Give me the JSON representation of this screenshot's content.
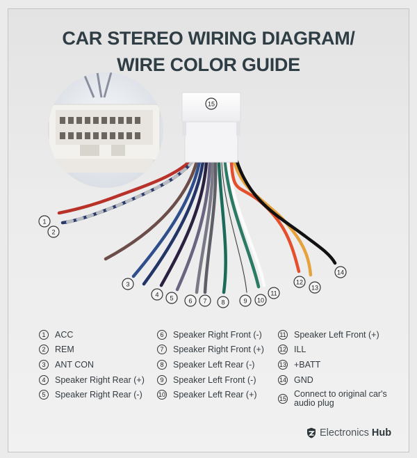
{
  "title": {
    "line1": "CAR STEREO WIRING DIAGRAM/",
    "line2": "WIRE COLOR GUIDE"
  },
  "connector": {
    "label": "15",
    "inset_image": "wiring-harness-plug-closeup"
  },
  "wires": [
    {
      "num": "1",
      "color": "#b8322a",
      "stripe": null
    },
    {
      "num": "2",
      "color": "#2a3a6a",
      "stripe": "#b9bcc0"
    },
    {
      "num": "3",
      "color": "#2f4f8c",
      "stripe": null
    },
    {
      "num": "4",
      "color": "#2a2140",
      "stripe": null
    },
    {
      "num": "5",
      "color": "#6a6480",
      "stripe": null
    },
    {
      "num": "6",
      "color": "#7a7a86",
      "stripe": null
    },
    {
      "num": "7",
      "color": "#5e5e66",
      "stripe": null
    },
    {
      "num": "8",
      "color": "#1b6a5a",
      "stripe": null
    },
    {
      "num": "9",
      "color": "#ffffff",
      "stripe": "#333333"
    },
    {
      "num": "10",
      "color": "#2a7a64",
      "stripe": null
    },
    {
      "num": "11",
      "color": "#fbfbfb",
      "stripe": null
    },
    {
      "num": "12",
      "color": "#e4502e",
      "stripe": null
    },
    {
      "num": "13",
      "color": "#e6a23c",
      "stripe": null
    },
    {
      "num": "14",
      "color": "#111111",
      "stripe": null
    },
    {
      "num": "extra",
      "color": "#6b4e4a",
      "stripe": null
    }
  ],
  "legend": {
    "col1": [
      {
        "num": "1",
        "label": "ACC"
      },
      {
        "num": "2",
        "label": "REM"
      },
      {
        "num": "3",
        "label": "ANT CON"
      },
      {
        "num": "4",
        "label": "Speaker Right Rear (+)"
      },
      {
        "num": "5",
        "label": "Speaker Right Rear (-)"
      }
    ],
    "col2": [
      {
        "num": "6",
        "label": "Speaker Right Front (-)"
      },
      {
        "num": "7",
        "label": "Speaker Right Front (+)"
      },
      {
        "num": "8",
        "label": "Speaker Left Rear (-)"
      },
      {
        "num": "9",
        "label": "Speaker Left Front (-)"
      },
      {
        "num": "10",
        "label": "Speaker Left Rear (+)"
      }
    ],
    "col3": [
      {
        "num": "11",
        "label": "Speaker Left Front (+)"
      },
      {
        "num": "12",
        "label": "ILL"
      },
      {
        "num": "13",
        "label": "+BATT"
      },
      {
        "num": "14",
        "label": "GND"
      },
      {
        "num": "15",
        "label": "Connect to original car's audio plug"
      }
    ]
  },
  "brand": {
    "name": "Electronics",
    "bold": "Hub",
    "icon": "shield-logo-icon"
  }
}
